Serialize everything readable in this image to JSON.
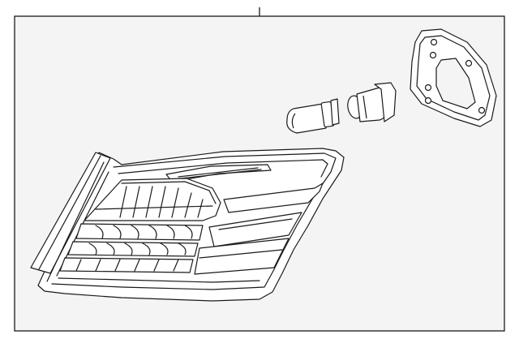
{
  "diagram": {
    "kind": "exploded parts illustration",
    "parts": [
      "tail-lamp-assembly",
      "bulb",
      "bulb-socket",
      "mounting-gasket"
    ],
    "colors": {
      "background": "#ffffff",
      "panel": "#f4f4f4",
      "line": "#1a1a1a"
    }
  }
}
